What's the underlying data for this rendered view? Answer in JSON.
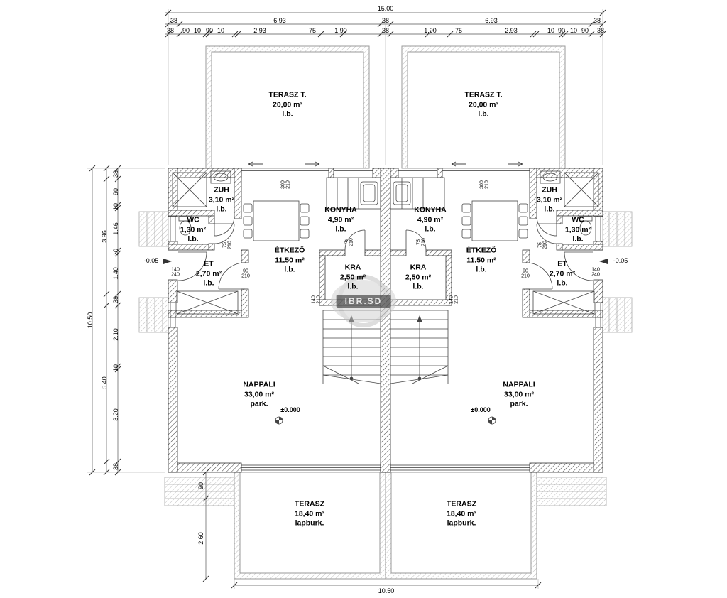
{
  "watermark": {
    "text": "IBR.SD"
  },
  "rooms": {
    "terasz_t": "TERASZ T.\n20,00 m²\nl.b.",
    "zuh": "ZUH\n3,10 m²\nl.b.",
    "wc": "WC\n1,30 m²\nl.b.",
    "konyha": "KONYHA\n4,90 m²\nl.b.",
    "etkezo": "ÉTKEZŐ\n11,50 m²\nl.b.",
    "kra": "KRA\n2,50 m²\nl.b.",
    "et": "ET\n2,70 m²\nl.b.",
    "nappali": "NAPPALI\n33,00 m²\npark.",
    "terasz": "TERASZ\n18,40 m²\nlapburk.",
    "level": "±0.000"
  },
  "dims": {
    "total_top": "15.00",
    "half_top": "6.93",
    "wall": "38",
    "seg90": "90",
    "seg10": "10",
    "seg293": "2.93",
    "seg75": "75",
    "seg190": "1.90",
    "left146": "1.46",
    "left396": "3.96",
    "left140": "1.40",
    "left210": "2.10",
    "left540": "5.40",
    "left320": "3.20",
    "total_left": "10.50",
    "bottom260": "2.60",
    "level_minus": "-0.05"
  },
  "doors": {
    "entry": "140\n240",
    "interior90": "90\n210",
    "interior75": "75\n210",
    "opening140": "140\n210",
    "sliding300": "300\n210"
  }
}
